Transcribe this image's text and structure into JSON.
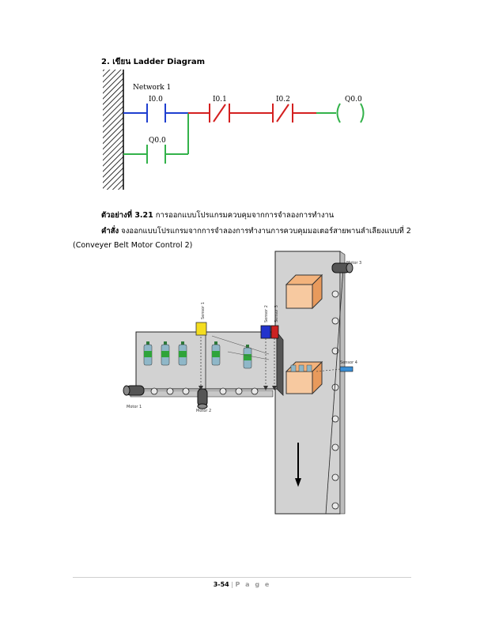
{
  "section_heading": "2. เขียน Ladder Diagram",
  "ladder": {
    "network_label": "Network 1",
    "contacts": [
      {
        "label": "I0.0",
        "type": "NO",
        "color": "#1f3fd0"
      },
      {
        "label": "I0.1",
        "type": "NC",
        "color": "#d42020"
      },
      {
        "label": "I0.2",
        "type": "NC",
        "color": "#d42020"
      },
      {
        "label": "Q0.0",
        "type": "NO",
        "color": "#33b24a"
      }
    ],
    "coil_label": "Q0.0"
  },
  "example": {
    "prefix": "ตัวอย่างที่ 3.21",
    "title": "การออกแบบโปรแกรมควบคุมจากการจำลองการทำงาน",
    "command_prefix": "คำสั่ง",
    "command_text": "จงออกแบบโปรแกรมจากการจำลองการทำงานการควบคุมมอเตอร์สายพานลำเลียงแบบที่ 2",
    "subtitle": "(Conveyer Belt Motor Control 2)"
  },
  "figure": {
    "labels": {
      "motor_1": "Motor 1",
      "motor_2": "Motor 2",
      "motor_3": "Motor 3",
      "sensor_1": "Sensor 1",
      "sensor_2": "Sensor 2",
      "sensor_3": "Sensor 3",
      "sensor_4": "Sensor 4"
    }
  },
  "footer": {
    "page_number": "3-54",
    "separator": "|",
    "page_word": "P a g e"
  },
  "colors": {
    "blue": "#1f3fd0",
    "red": "#d42020",
    "green": "#33b24a",
    "box": "#f7c9a0",
    "conveyor": "#d2d2d2"
  }
}
